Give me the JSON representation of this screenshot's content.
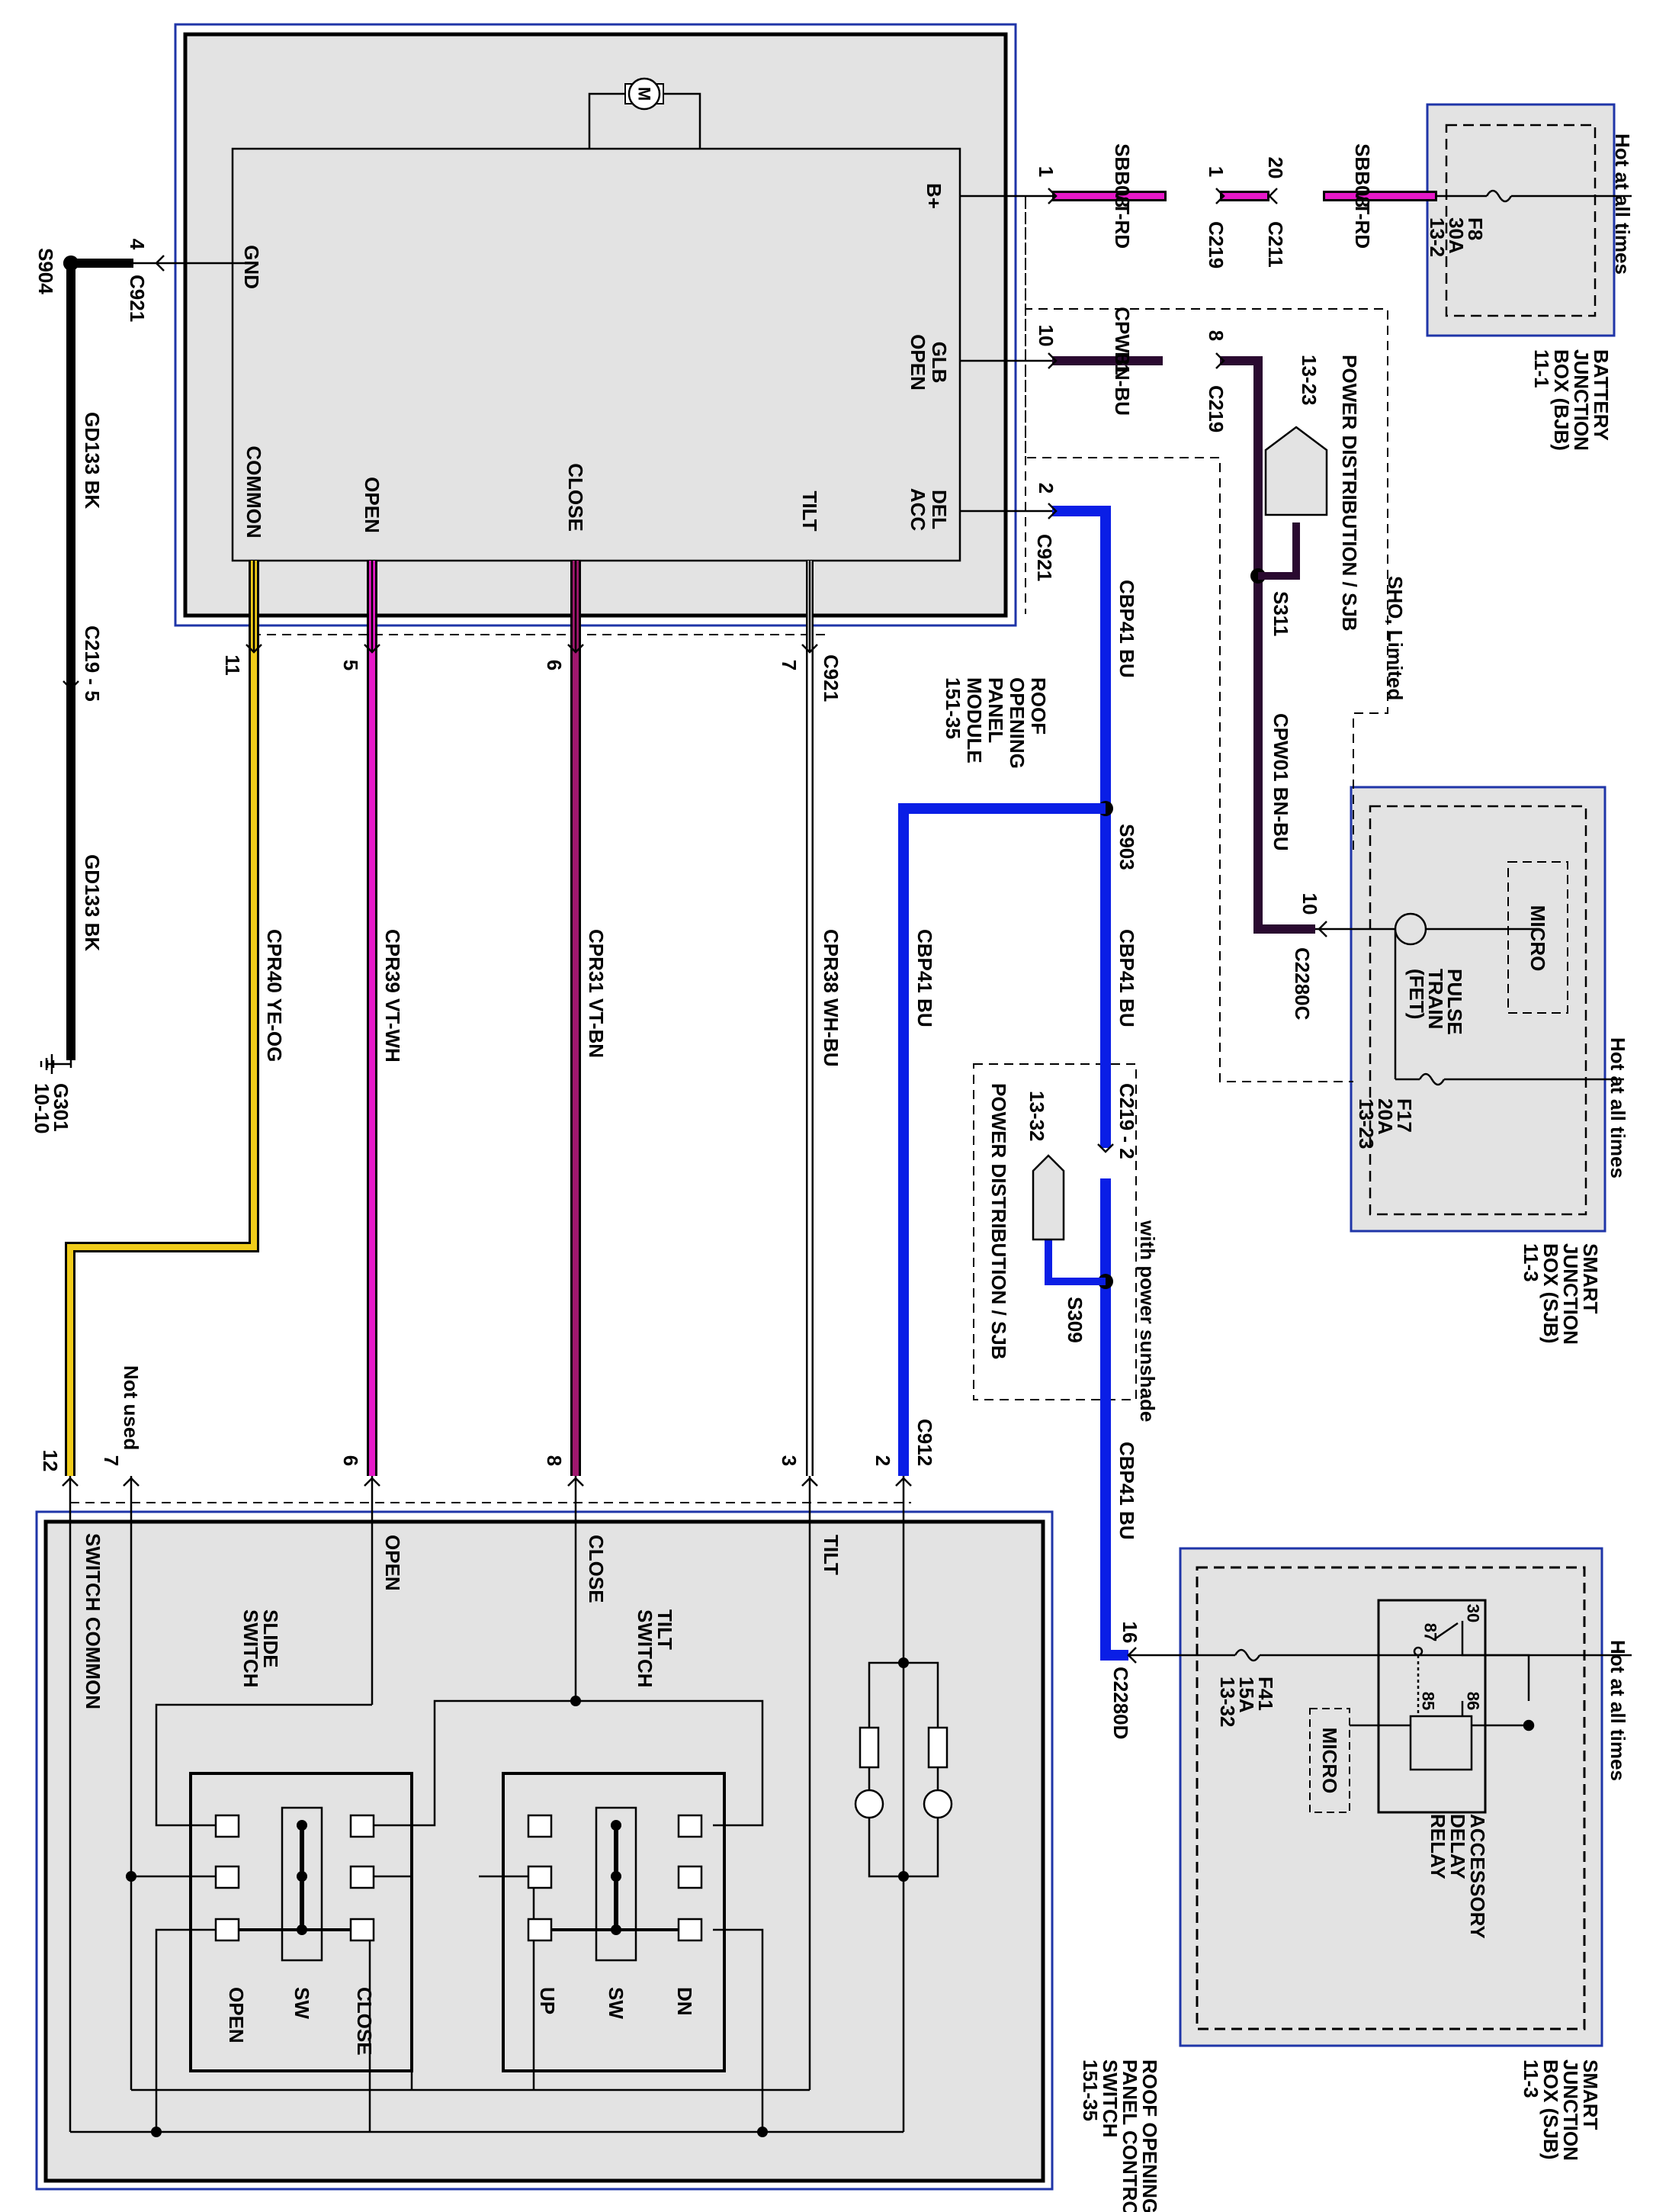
{
  "colors": {
    "module_fill": "#e3e3e3",
    "module_border": "#1f35a8",
    "wire_black": "#000000",
    "wire_blue": "#0a1ee6",
    "wire_magenta": "#e619c8",
    "wire_violet_brown": "#a0186e",
    "wire_yellow": "#f0cc1a",
    "wire_brown": "#2a0a30",
    "wire_white": "#ffffff"
  },
  "modules": {
    "roof_panel_module": {
      "lines": [
        "ROOF",
        "OPENING",
        "PANEL",
        "MODULE",
        "151-35"
      ]
    },
    "battery_junction_box": {
      "lines": [
        "BATTERY",
        "JUNCTION",
        "BOX (BJB)",
        "11-1"
      ]
    },
    "smart_junction_box_1": {
      "lines": [
        "SMART",
        "JUNCTION",
        "BOX (SJB)",
        "11-3"
      ]
    },
    "smart_junction_box_2": {
      "lines": [
        "SMART",
        "JUNCTION",
        "BOX (SJB)",
        "11-3"
      ]
    },
    "roof_switch": {
      "lines": [
        "ROOF OPENING",
        "PANEL CONTROL",
        "SWITCH",
        "151-35"
      ]
    }
  },
  "module_pins": {
    "b_plus": "B+",
    "glb_open": [
      "GLB",
      "OPEN"
    ],
    "del_acc": [
      "DEL",
      "ACC"
    ],
    "gnd": "GND",
    "common": "COMMON",
    "open": "OPEN",
    "close": "CLOSE",
    "tilt": "TILT"
  },
  "switch_labels": {
    "switch_common": "SWITCH COMMON",
    "open": "OPEN",
    "close": "CLOSE",
    "tilt": "TILT",
    "slide_switch": [
      "SLIDE",
      "SWITCH"
    ],
    "tilt_switch": [
      "TILT",
      "SWITCH"
    ],
    "slide_positions": {
      "open": "OPEN",
      "sw": "SW",
      "close": "CLOSE"
    },
    "tilt_positions": {
      "up": "UP",
      "sw": "SW",
      "dn": "DN"
    },
    "not_used": "Not used"
  },
  "hot_at_all_times": "Hot at all times",
  "fuses": {
    "f8": [
      "F8",
      "30A",
      "13-2"
    ],
    "f17": [
      "F17",
      "20A",
      "13-23"
    ],
    "f41": [
      "F41",
      "15A",
      "13-32"
    ]
  },
  "sjb_internal": {
    "micro": "MICRO",
    "pulse_train": [
      "PULSE",
      "TRAIN",
      "(FET)"
    ],
    "relay_label": [
      "ACCESSORY",
      "DELAY",
      "RELAY"
    ],
    "relay_pins": {
      "p30": "30",
      "p87": "87",
      "p85": "85",
      "p86": "86"
    }
  },
  "power_distribution": {
    "label": "POWER DISTRIBUTION / SJB",
    "ref_1323": "13-23",
    "ref_1332": "13-32",
    "sho_limited": "SHO, Limited",
    "with_sunshade": "with power sunshade"
  },
  "circuits": {
    "sbb08": "SBB08",
    "vt_rd": "VT-RD",
    "cpw01": "CPW01",
    "bn_bu": "BN-BU",
    "cpw01_bnbu": "CPW01   BN-BU",
    "cbp41_bu": "CBP41   BU",
    "cpr40": "CPR40   YE-OG",
    "cpr39": "CPR39   VT-WH",
    "cpr31": "CPR31   VT-BN",
    "cpr38": "CPR38   WH-BU",
    "gd133": "GD133   BK"
  },
  "connectors": {
    "c219": "C219",
    "c211": "C211",
    "c921": "C921",
    "c912": "C912",
    "c2280c": "C2280C",
    "c2280d": "C2280D",
    "c219_5": "C219  -  5",
    "c219_2": "C219  -  2",
    "s904": "S904",
    "s903": "S903",
    "s309": "S309",
    "s311": "S311",
    "g301": [
      "G301",
      "10-10"
    ]
  },
  "pins": {
    "p1": "1",
    "p20": "20",
    "p10": "10",
    "p8": "8",
    "p2": "2",
    "p4": "4",
    "p11": "11",
    "p5": "5",
    "p6": "6",
    "p7": "7",
    "p3": "3",
    "p12": "12",
    "p16": "16"
  }
}
